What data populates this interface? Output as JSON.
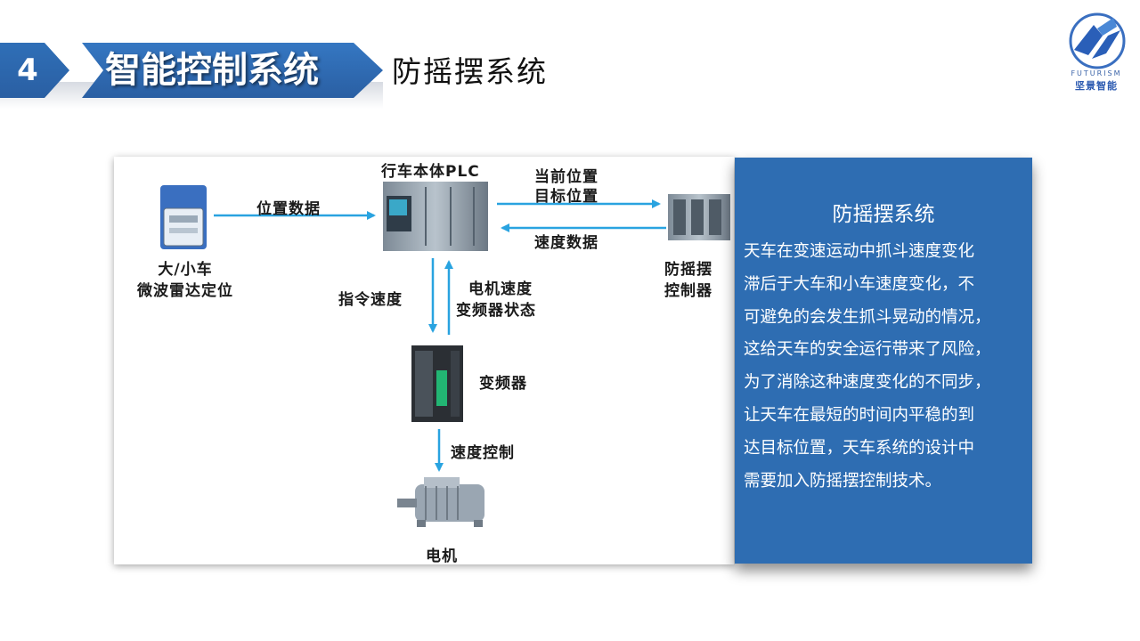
{
  "header": {
    "section_number": "4",
    "title": "智能控制系统",
    "subtitle": "防摇摆系统"
  },
  "logo": {
    "icon": "futurism-logo-icon",
    "text_en": "FUTURISM",
    "text_cn": "坚景智能"
  },
  "diagram": {
    "plc_label": "行车本体PLC",
    "radar_label_line1": "大/小车",
    "radar_label_line2": "微波雷达定位",
    "position_data": "位置数据",
    "current_position": "当前位置",
    "target_position": "目标位置",
    "speed_data": "速度数据",
    "anti_sway_line1": "防摇摆",
    "anti_sway_line2": "控制器",
    "command_speed": "指令速度",
    "motor_speed_line1": "电机速度",
    "motor_speed_line2": "变频器状态",
    "inverter_label": "变频器",
    "speed_control": "速度控制",
    "motor_label": "电机",
    "arrow_color": "#29a3e0"
  },
  "card": {
    "title": "防摇摆系统",
    "lines": [
      "天车在变速运动中抓斗速度变化",
      "滞后于大车和小车速度变化，不",
      "可避免的会发生抓斗晃动的情况，",
      "这给天车的安全运行带来了风险，",
      "为了消除这种速度变化的不同步，",
      "让天车在最短的时间内平稳的到",
      "达目标位置，天车系统的设计中",
      "需要加入防摇摆控制技术。"
    ],
    "bg_color": "#2e6db2"
  }
}
